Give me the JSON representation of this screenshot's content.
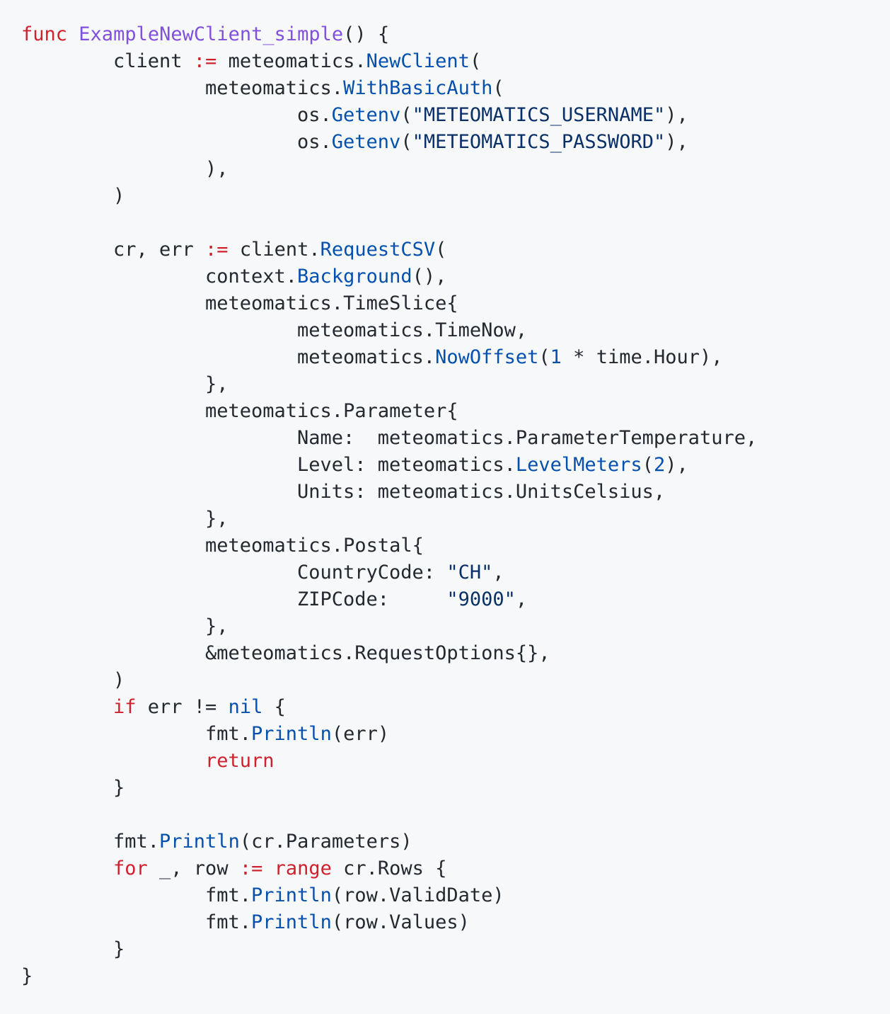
{
  "colors": {
    "background": "#f6f8fa",
    "plain": "#24292f",
    "keyword": "#cf222e",
    "function_name": "#8250df",
    "call": "#0550ae",
    "string": "#0a3069"
  },
  "code": {
    "language": "go",
    "lines": [
      {
        "indent": 0,
        "tokens": [
          {
            "t": "kw",
            "v": "func"
          },
          {
            "t": "pl",
            "v": " "
          },
          {
            "t": "fn",
            "v": "ExampleNewClient_simple"
          },
          {
            "t": "pl",
            "v": "() {"
          }
        ]
      },
      {
        "indent": 1,
        "tokens": [
          {
            "t": "pl",
            "v": "client "
          },
          {
            "t": "op",
            "v": ":="
          },
          {
            "t": "pl",
            "v": " meteomatics."
          },
          {
            "t": "call",
            "v": "NewClient"
          },
          {
            "t": "pl",
            "v": "("
          }
        ]
      },
      {
        "indent": 2,
        "tokens": [
          {
            "t": "pl",
            "v": "meteomatics."
          },
          {
            "t": "call",
            "v": "WithBasicAuth"
          },
          {
            "t": "pl",
            "v": "("
          }
        ]
      },
      {
        "indent": 3,
        "tokens": [
          {
            "t": "pl",
            "v": "os."
          },
          {
            "t": "call",
            "v": "Getenv"
          },
          {
            "t": "pl",
            "v": "("
          },
          {
            "t": "str",
            "v": "\"METEOMATICS_USERNAME\""
          },
          {
            "t": "pl",
            "v": "),"
          }
        ]
      },
      {
        "indent": 3,
        "tokens": [
          {
            "t": "pl",
            "v": "os."
          },
          {
            "t": "call",
            "v": "Getenv"
          },
          {
            "t": "pl",
            "v": "("
          },
          {
            "t": "str",
            "v": "\"METEOMATICS_PASSWORD\""
          },
          {
            "t": "pl",
            "v": "),"
          }
        ]
      },
      {
        "indent": 2,
        "tokens": [
          {
            "t": "pl",
            "v": "),"
          }
        ]
      },
      {
        "indent": 1,
        "tokens": [
          {
            "t": "pl",
            "v": ")"
          }
        ]
      },
      {
        "indent": 0,
        "tokens": []
      },
      {
        "indent": 1,
        "tokens": [
          {
            "t": "pl",
            "v": "cr, err "
          },
          {
            "t": "op",
            "v": ":="
          },
          {
            "t": "pl",
            "v": " client."
          },
          {
            "t": "call",
            "v": "RequestCSV"
          },
          {
            "t": "pl",
            "v": "("
          }
        ]
      },
      {
        "indent": 2,
        "tokens": [
          {
            "t": "pl",
            "v": "context."
          },
          {
            "t": "call",
            "v": "Background"
          },
          {
            "t": "pl",
            "v": "(),"
          }
        ]
      },
      {
        "indent": 2,
        "tokens": [
          {
            "t": "pl",
            "v": "meteomatics.TimeSlice{"
          }
        ]
      },
      {
        "indent": 3,
        "tokens": [
          {
            "t": "pl",
            "v": "meteomatics.TimeNow,"
          }
        ]
      },
      {
        "indent": 3,
        "tokens": [
          {
            "t": "pl",
            "v": "meteomatics."
          },
          {
            "t": "call",
            "v": "NowOffset"
          },
          {
            "t": "pl",
            "v": "("
          },
          {
            "t": "num",
            "v": "1"
          },
          {
            "t": "pl",
            "v": " * time.Hour),"
          }
        ]
      },
      {
        "indent": 2,
        "tokens": [
          {
            "t": "pl",
            "v": "},"
          }
        ]
      },
      {
        "indent": 2,
        "tokens": [
          {
            "t": "pl",
            "v": "meteomatics.Parameter{"
          }
        ]
      },
      {
        "indent": 3,
        "tokens": [
          {
            "t": "pl",
            "v": "Name:  meteomatics.ParameterTemperature,"
          }
        ]
      },
      {
        "indent": 3,
        "tokens": [
          {
            "t": "pl",
            "v": "Level: meteomatics."
          },
          {
            "t": "call",
            "v": "LevelMeters"
          },
          {
            "t": "pl",
            "v": "("
          },
          {
            "t": "num",
            "v": "2"
          },
          {
            "t": "pl",
            "v": "),"
          }
        ]
      },
      {
        "indent": 3,
        "tokens": [
          {
            "t": "pl",
            "v": "Units: meteomatics.UnitsCelsius,"
          }
        ]
      },
      {
        "indent": 2,
        "tokens": [
          {
            "t": "pl",
            "v": "},"
          }
        ]
      },
      {
        "indent": 2,
        "tokens": [
          {
            "t": "pl",
            "v": "meteomatics.Postal{"
          }
        ]
      },
      {
        "indent": 3,
        "tokens": [
          {
            "t": "pl",
            "v": "CountryCode: "
          },
          {
            "t": "str",
            "v": "\"CH\""
          },
          {
            "t": "pl",
            "v": ","
          }
        ]
      },
      {
        "indent": 3,
        "tokens": [
          {
            "t": "pl",
            "v": "ZIPCode:     "
          },
          {
            "t": "str",
            "v": "\"9000\""
          },
          {
            "t": "pl",
            "v": ","
          }
        ]
      },
      {
        "indent": 2,
        "tokens": [
          {
            "t": "pl",
            "v": "},"
          }
        ]
      },
      {
        "indent": 2,
        "tokens": [
          {
            "t": "pl",
            "v": "&meteomatics.RequestOptions{},"
          }
        ]
      },
      {
        "indent": 1,
        "tokens": [
          {
            "t": "pl",
            "v": ")"
          }
        ]
      },
      {
        "indent": 1,
        "tokens": [
          {
            "t": "kw",
            "v": "if"
          },
          {
            "t": "pl",
            "v": " err != "
          },
          {
            "t": "call",
            "v": "nil"
          },
          {
            "t": "pl",
            "v": " {"
          }
        ]
      },
      {
        "indent": 2,
        "tokens": [
          {
            "t": "pl",
            "v": "fmt."
          },
          {
            "t": "call",
            "v": "Println"
          },
          {
            "t": "pl",
            "v": "(err)"
          }
        ]
      },
      {
        "indent": 2,
        "tokens": [
          {
            "t": "kw",
            "v": "return"
          }
        ]
      },
      {
        "indent": 1,
        "tokens": [
          {
            "t": "pl",
            "v": "}"
          }
        ]
      },
      {
        "indent": 0,
        "tokens": []
      },
      {
        "indent": 1,
        "tokens": [
          {
            "t": "pl",
            "v": "fmt."
          },
          {
            "t": "call",
            "v": "Println"
          },
          {
            "t": "pl",
            "v": "(cr.Parameters)"
          }
        ]
      },
      {
        "indent": 1,
        "tokens": [
          {
            "t": "kw",
            "v": "for"
          },
          {
            "t": "pl",
            "v": " _, row "
          },
          {
            "t": "op",
            "v": ":="
          },
          {
            "t": "pl",
            "v": " "
          },
          {
            "t": "kw",
            "v": "range"
          },
          {
            "t": "pl",
            "v": " cr.Rows {"
          }
        ]
      },
      {
        "indent": 2,
        "tokens": [
          {
            "t": "pl",
            "v": "fmt."
          },
          {
            "t": "call",
            "v": "Println"
          },
          {
            "t": "pl",
            "v": "(row.ValidDate)"
          }
        ]
      },
      {
        "indent": 2,
        "tokens": [
          {
            "t": "pl",
            "v": "fmt."
          },
          {
            "t": "call",
            "v": "Println"
          },
          {
            "t": "pl",
            "v": "(row.Values)"
          }
        ]
      },
      {
        "indent": 1,
        "tokens": [
          {
            "t": "pl",
            "v": "}"
          }
        ]
      },
      {
        "indent": 0,
        "tokens": [
          {
            "t": "pl",
            "v": "}"
          }
        ]
      }
    ]
  }
}
